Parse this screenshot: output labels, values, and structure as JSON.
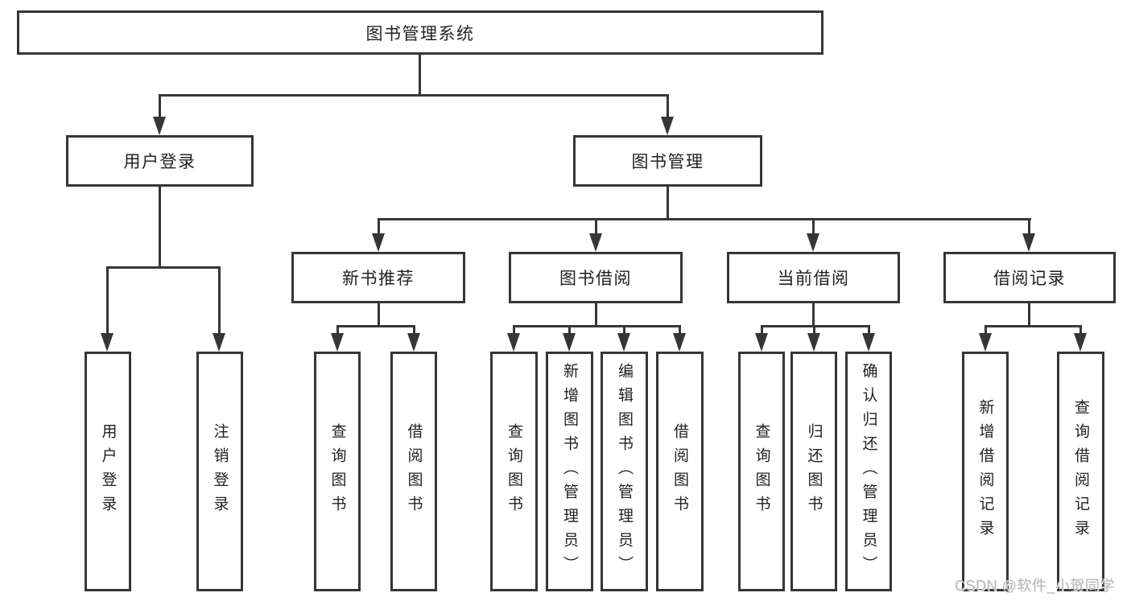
{
  "diagram": {
    "nodes": {
      "root": "图书管理系统",
      "user_login": "用户登录",
      "book_mgmt": "图书管理",
      "new_books": "新书推荐",
      "borrow": "图书借阅",
      "current": "当前借阅",
      "records": "借阅记录",
      "leaf_user_login": "用户登录",
      "leaf_logout": "注销登录",
      "leaf_nb_query": "查询图书",
      "leaf_nb_borrow": "借阅图书",
      "leaf_bb_query": "查询图书",
      "leaf_bb_add": "新增图书（管理员）",
      "leaf_bb_edit": "编辑图书（管理员）",
      "leaf_bb_borrow": "借阅图书",
      "leaf_cb_query": "查询图书",
      "leaf_cb_return": "归还图书",
      "leaf_cb_confirm": "确认归还（管理员）",
      "leaf_br_add": "新增借阅记录",
      "leaf_br_query": "查询借阅记录"
    },
    "watermark": "CSDN @软件_小贺同学",
    "colors": {
      "line": "#363636",
      "text": "#222222",
      "watermark": "#b9b9b9",
      "background": "#ffffff"
    }
  }
}
